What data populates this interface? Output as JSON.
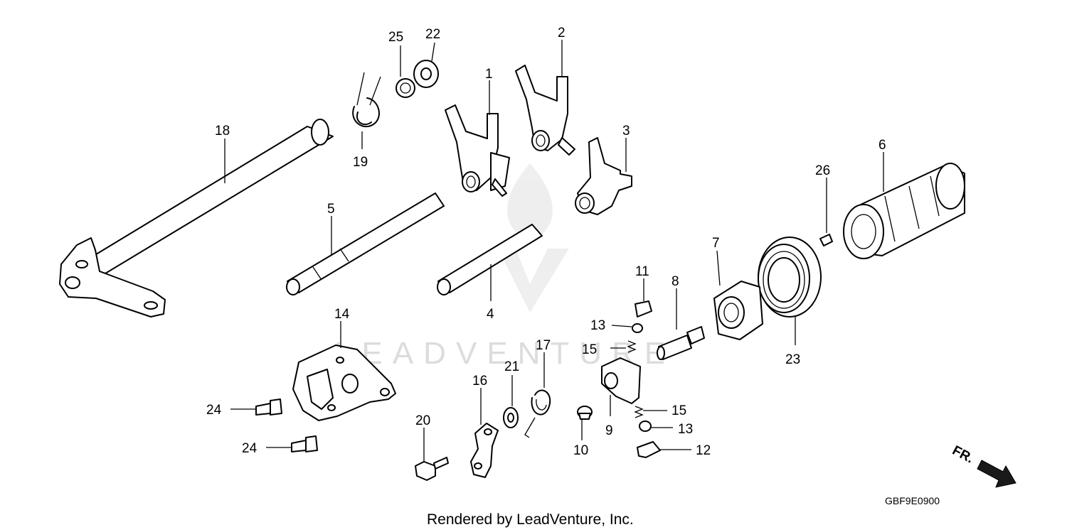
{
  "watermark": "LEADVENTURE",
  "diagram_code": "GBF9E0900",
  "credit": "Rendered by LeadVenture, Inc.",
  "direction_label": "FR.",
  "callouts": {
    "p1": "1",
    "p2": "2",
    "p3": "3",
    "p4": "4",
    "p5": "5",
    "p6": "6",
    "p7": "7",
    "p8": "8",
    "p9": "9",
    "p10": "10",
    "p11": "11",
    "p12": "12",
    "p13a": "13",
    "p13b": "13",
    "p14": "14",
    "p15a": "15",
    "p15b": "15",
    "p16": "16",
    "p17": "17",
    "p18": "18",
    "p19": "19",
    "p20": "20",
    "p21": "21",
    "p22": "22",
    "p23": "23",
    "p24a": "24",
    "p24b": "24",
    "p25": "25",
    "p26": "26"
  }
}
